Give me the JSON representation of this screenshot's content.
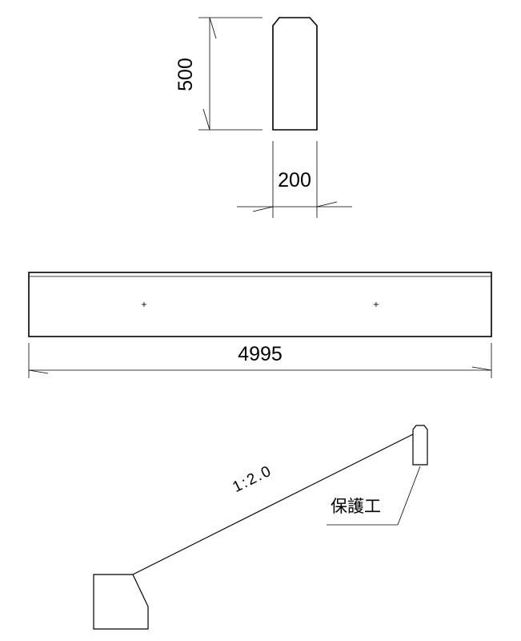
{
  "section_view": {
    "height_dim": "500",
    "width_dim": "200"
  },
  "plan_view": {
    "length_dim": "4995"
  },
  "slope_view": {
    "slope_label": "1:2.0",
    "protection_label": "保護工"
  }
}
